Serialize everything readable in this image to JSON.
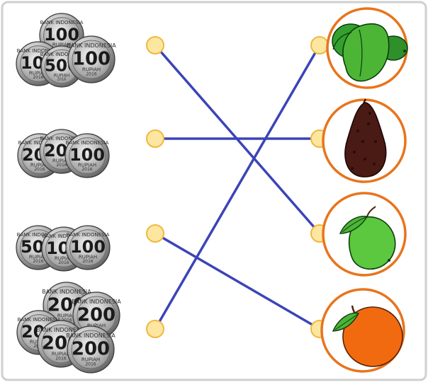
{
  "colors": {
    "frame": "#cfcfcf",
    "dot_fill": "#fde7a0",
    "dot_stroke": "#f0b840",
    "line": "#3b44b8",
    "circle_ring": "#e8741c"
  },
  "coin_text": {
    "bank": "BANK INDONESIA",
    "currency": "RUPIAH",
    "year": "2016"
  },
  "coin_groups": [
    {
      "name": "coins-group-1",
      "coins": [
        "100",
        "100",
        "500",
        "100"
      ]
    },
    {
      "name": "coins-group-2",
      "coins": [
        "200",
        "200",
        "100"
      ]
    },
    {
      "name": "coins-group-3",
      "coins": [
        "500",
        "100",
        "100"
      ]
    },
    {
      "name": "coins-group-4",
      "coins": [
        "200",
        "200",
        "200",
        "200",
        "200"
      ]
    }
  ],
  "fruits": [
    {
      "name": "mango",
      "icon": "mango-icon"
    },
    {
      "name": "avocado",
      "icon": "avocado-icon"
    },
    {
      "name": "guava",
      "icon": "guava-icon"
    },
    {
      "name": "orange",
      "icon": "orange-icon"
    }
  ],
  "connections": [
    {
      "from_row": 1,
      "to_row": 3
    },
    {
      "from_row": 2,
      "to_row": 2
    },
    {
      "from_row": 3,
      "to_row": 4
    },
    {
      "from_row": 4,
      "to_row": 1
    }
  ]
}
